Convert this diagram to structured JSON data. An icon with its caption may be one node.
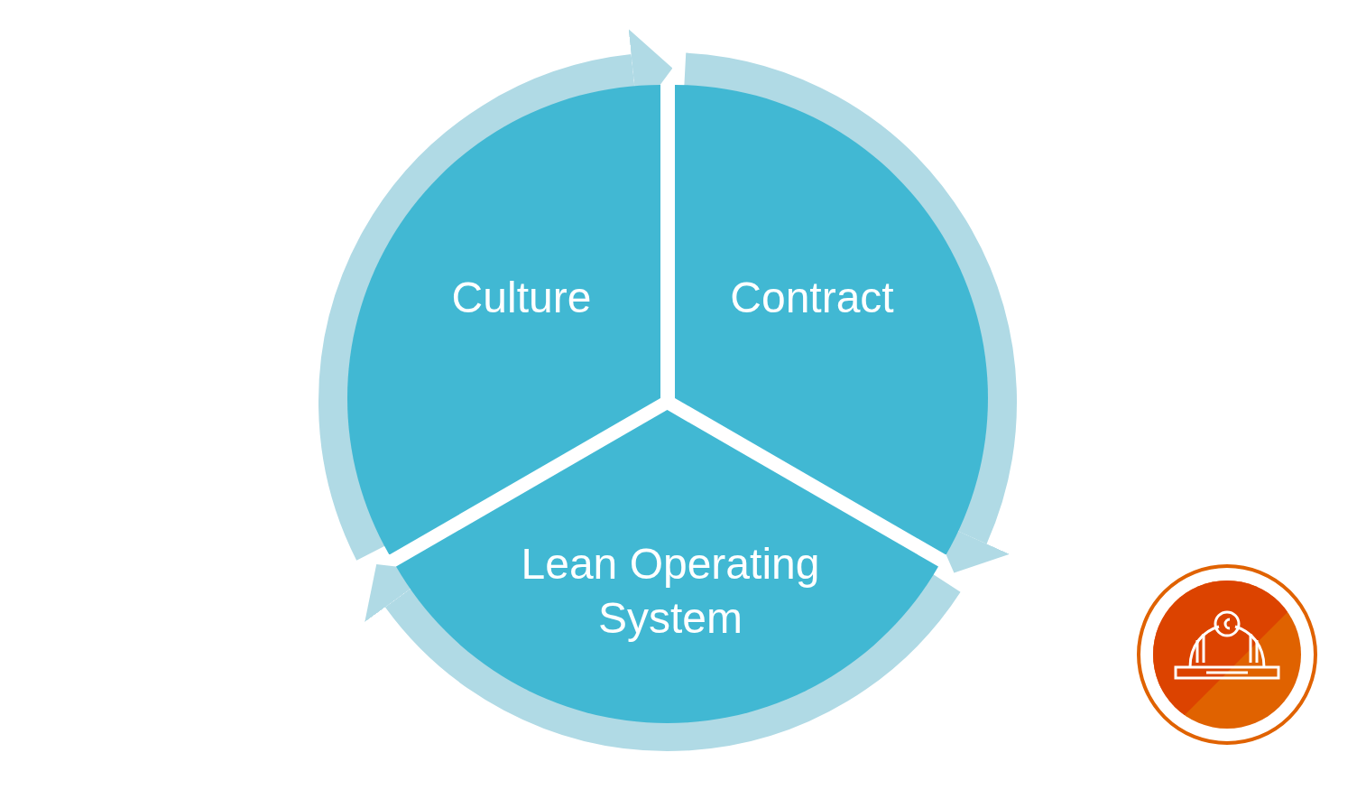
{
  "diagram": {
    "nodes": [
      {
        "text": [
          "Culture"
        ]
      },
      {
        "text": [
          "Contract"
        ]
      },
      {
        "text": [
          "Lean Operating System"
        ]
      }
    ],
    "edges": [
      {
        "from": 0,
        "to": 1,
        "arrow": "to"
      },
      {
        "from": 1,
        "to": 2,
        "arrow": "to"
      },
      {
        "from": 2,
        "to": 0,
        "arrow": "to"
      }
    ]
  }
}
